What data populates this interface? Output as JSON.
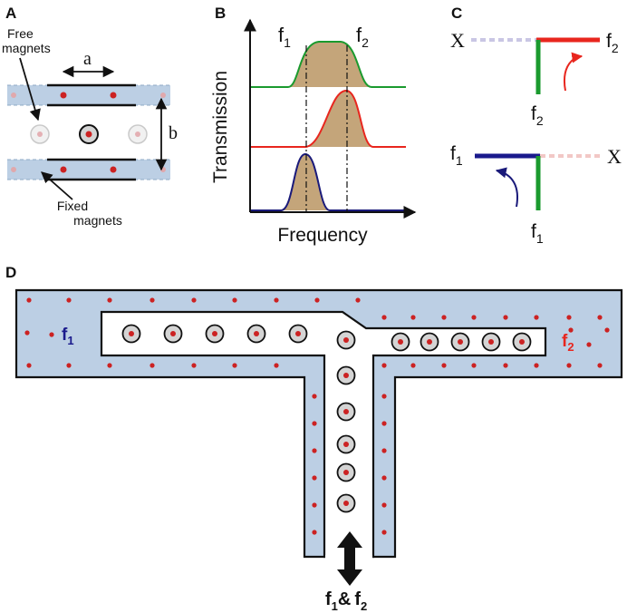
{
  "panels": {
    "a": "A",
    "b": "B",
    "c": "C",
    "d": "D"
  },
  "panel_a": {
    "free_magnets_line1": "Free",
    "free_magnets_line2": "magnets",
    "fixed_magnets_line1": "Fixed",
    "fixed_magnets_line2": "magnets",
    "dim_a": "a",
    "dim_b": "b"
  },
  "panel_b": {
    "f1_base": "f",
    "f1_sub": "1",
    "f2_base": "f",
    "f2_sub": "2",
    "ylabel": "Transmission",
    "xlabel": "Frequency"
  },
  "panel_c": {
    "x_top": "X",
    "x_bottom": "X",
    "f_base": "f",
    "sub_1": "1",
    "sub_2": "2"
  },
  "panel_d": {
    "f1_base": "f",
    "f1_sub": "1",
    "f2_base": "f",
    "f2_sub": "2",
    "bottom_f1_base": "f",
    "bottom_f1_sub": "1",
    "amp": "&",
    "bottom_f2_base": "f",
    "bottom_f2_sub": "2"
  },
  "colors": {
    "channel_fill": "#bccfe4",
    "green_curve": "#1a9a2e",
    "red_curve": "#e8261e",
    "navy_curve": "#1a1a7a",
    "peak_fill": "#c4a57a",
    "magnet_dot": "#cc2222",
    "free_magnet_ring": "#cfcfcf",
    "label_f1_color": "#1a1a8c",
    "label_f2_color": "#e8261e"
  }
}
